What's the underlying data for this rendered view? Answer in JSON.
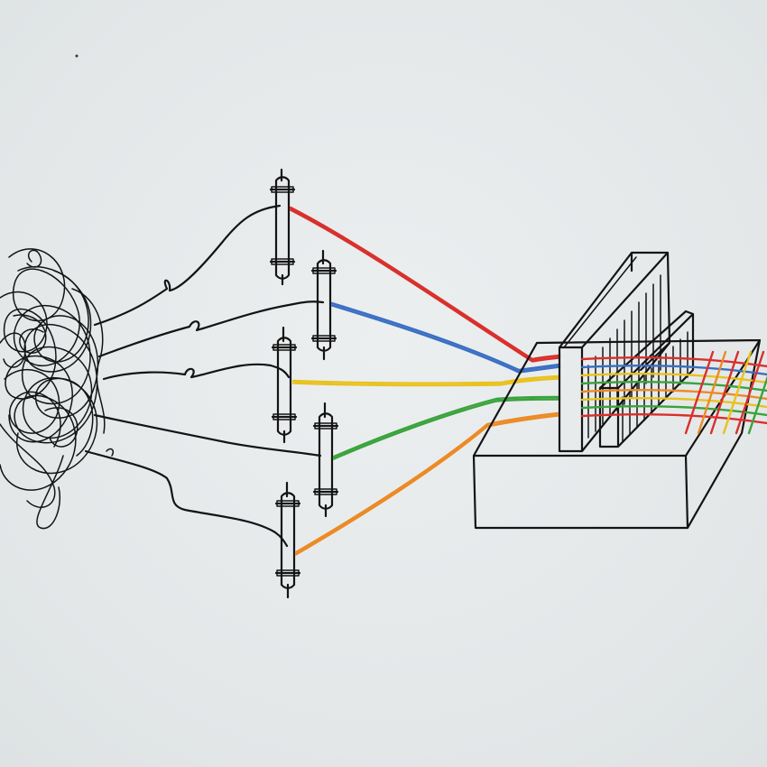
{
  "colors": {
    "background": "#e6eaea",
    "ink": "#141414",
    "red": "#d9302c",
    "blue": "#3a6fc4",
    "yellow": "#e8c21e",
    "green": "#3aa33c",
    "orange": "#ec8a24"
  },
  "threads": [
    {
      "name": "red"
    },
    {
      "name": "blue"
    },
    {
      "name": "yellow"
    },
    {
      "name": "green"
    },
    {
      "name": "orange"
    }
  ]
}
